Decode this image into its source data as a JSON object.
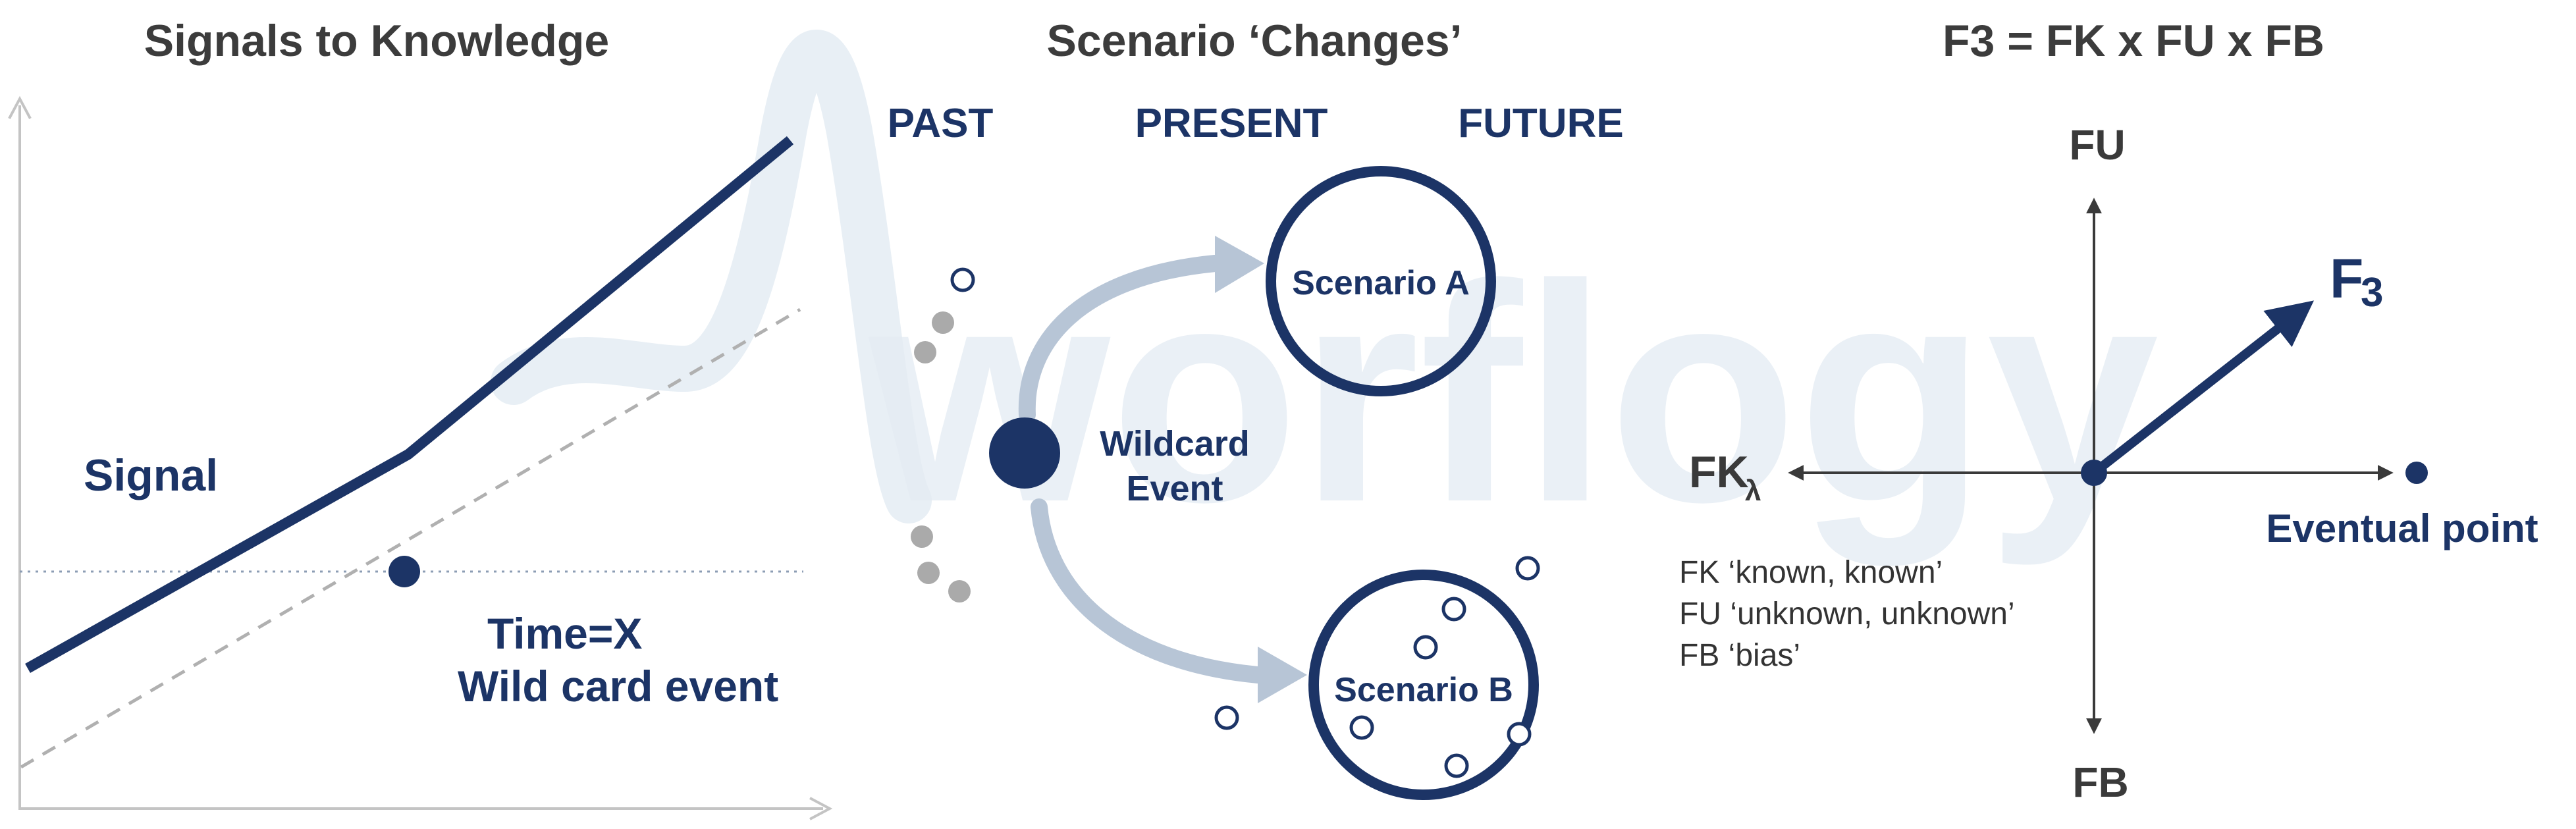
{
  "watermark": {
    "text": "worflogy"
  },
  "panel1": {
    "title": "Signals to Knowledge",
    "signal_label": "Signal",
    "event_label_line1": "Time=X",
    "event_label_line2": "Wild card event"
  },
  "panel2": {
    "title": "Scenario ‘Changes’",
    "timeline": [
      "PAST",
      "PRESENT",
      "FUTURE"
    ],
    "wildcard_line1": "Wildcard",
    "wildcard_line2": "Event",
    "scenario_a": "Scenario A",
    "scenario_b": "Scenario B"
  },
  "panel3": {
    "title": "F3 = FK x FU x FB",
    "axis_up": "FU",
    "axis_down": "FB",
    "axis_left_main": "FK",
    "axis_left_sub": "λ",
    "vector_main": "F",
    "vector_sub": "3",
    "eventual_point": "Eventual point",
    "legend": [
      "FK ‘known, known’",
      "FU ‘unknown, unknown’",
      "FB ‘bias’"
    ]
  },
  "colors": {
    "navy": "#1c3466",
    "grey": "#9a9a9a",
    "light_grey": "#c4c4c4",
    "arrow_grey": "#b7c5d6",
    "watermark": "#e4ecf3",
    "title_text": "#3c3c3c"
  }
}
